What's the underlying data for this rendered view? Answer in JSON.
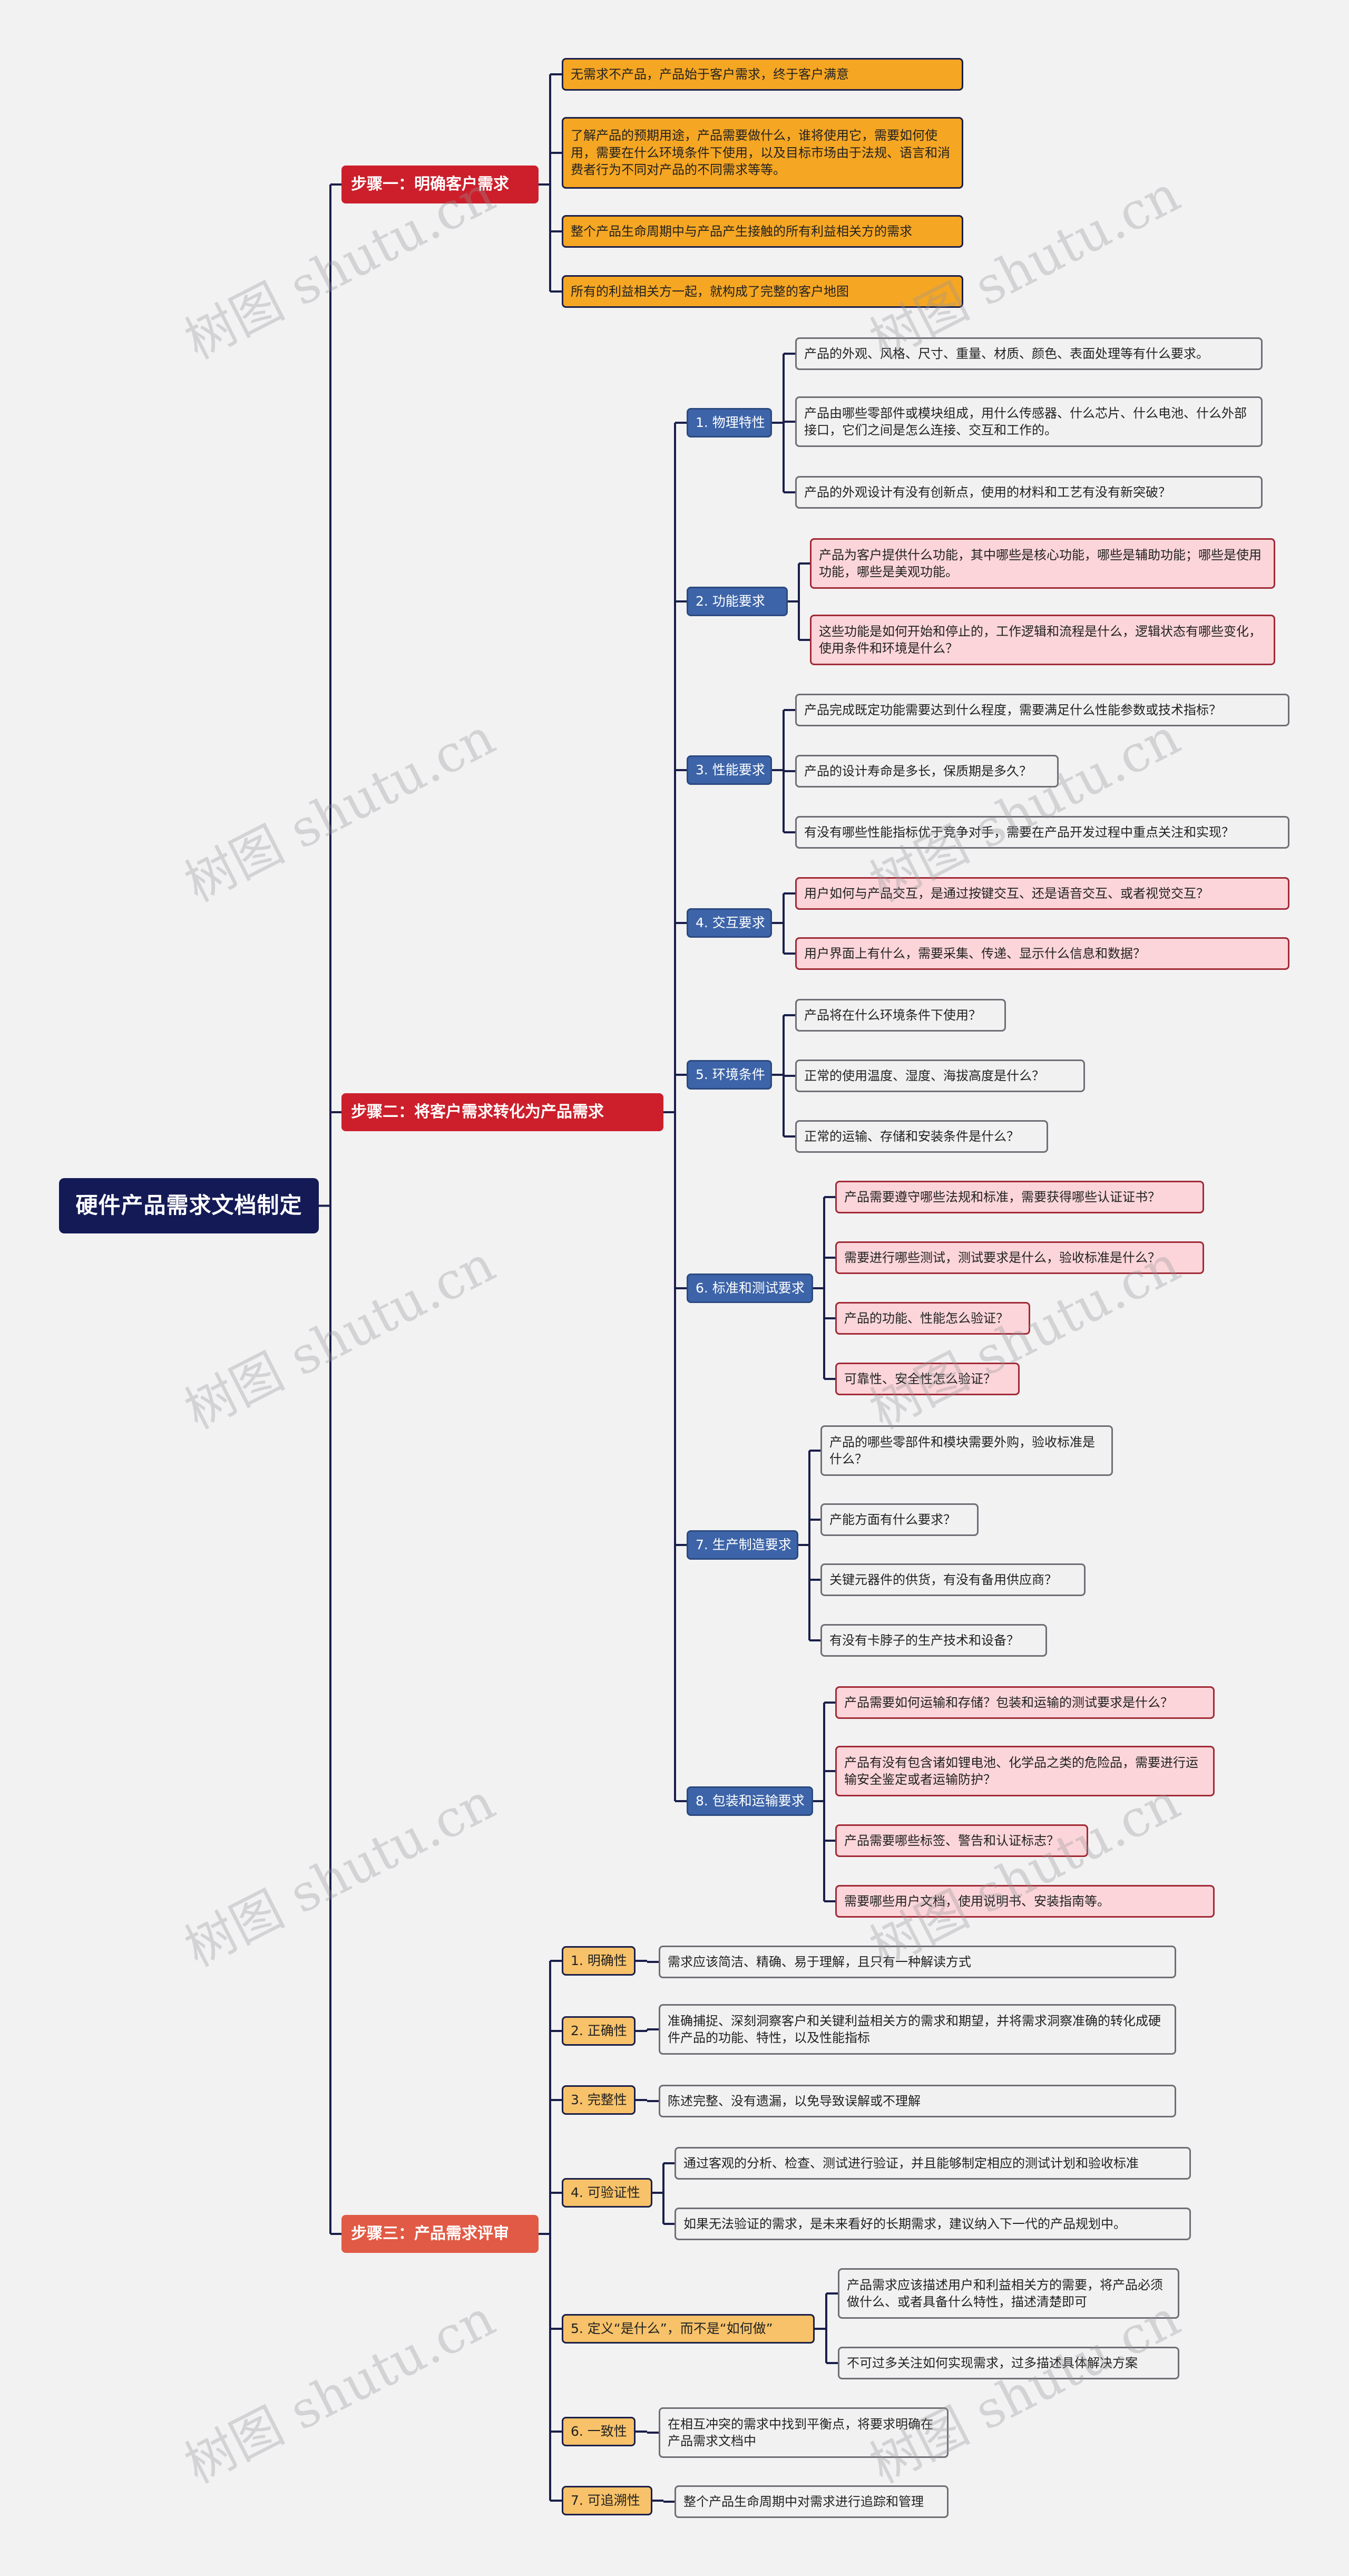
{
  "root": {
    "title": "硬件产品需求文档制定"
  },
  "step1": {
    "label": "步骤一：明确客户需求",
    "items": [
      "无需求不产品，产品始于客户需求，终于客户满意",
      "了解产品的预期用途，产品需要做什么，谁将使用它，需要如何使用，需要在什么环境条件下使用，以及目标市场由于法规、语言和消费者行为不同对产品的不同需求等等。",
      "整个产品生命周期中与产品产生接触的所有利益相关方的需求",
      "所有的利益相关方一起，就构成了完整的客户地图"
    ]
  },
  "step2": {
    "label": "步骤二：将客户需求转化为产品需求",
    "groups": [
      {
        "label": "1. 物理特性",
        "items": [
          "产品的外观、风格、尺寸、重量、材质、颜色、表面处理等有什么要求。",
          "产品由哪些零部件或模块组成，用什么传感器、什么芯片、什么电池、什么外部接口，它们之间是怎么连接、交互和工作的。",
          "产品的外观设计有没有创新点，使用的材料和工艺有没有新突破？"
        ]
      },
      {
        "label": "2. 功能要求",
        "items": [
          "产品为客户提供什么功能，其中哪些是核心功能，哪些是辅助功能；哪些是使用功能，哪些是美观功能。",
          "这些功能是如何开始和停止的，工作逻辑和流程是什么，逻辑状态有哪些变化，使用条件和环境是什么？"
        ]
      },
      {
        "label": "3. 性能要求",
        "items": [
          "产品完成既定功能需要达到什么程度，需要满足什么性能参数或技术指标？",
          "产品的设计寿命是多长，保质期是多久？",
          "有没有哪些性能指标优于竞争对手，需要在产品开发过程中重点关注和实现？"
        ]
      },
      {
        "label": "4. 交互要求",
        "items": [
          "用户如何与产品交互，是通过按键交互、还是语音交互、或者视觉交互？",
          "用户界面上有什么，需要采集、传递、显示什么信息和数据？"
        ]
      },
      {
        "label": "5. 环境条件",
        "items": [
          "产品将在什么环境条件下使用？",
          "正常的使用温度、湿度、海拔高度是什么？",
          "正常的运输、存储和安装条件是什么？"
        ]
      },
      {
        "label": "6. 标准和测试要求",
        "items": [
          "产品需要遵守哪些法规和标准，需要获得哪些认证证书？",
          "需要进行哪些测试，测试要求是什么，验收标准是什么？",
          "产品的功能、性能怎么验证？",
          "可靠性、安全性怎么验证？"
        ]
      },
      {
        "label": "7. 生产制造要求",
        "items": [
          "产品的哪些零部件和模块需要外购，验收标准是什么？",
          "产能方面有什么要求？",
          "关键元器件的供货，有没有备用供应商？",
          "有没有卡脖子的生产技术和设备？"
        ]
      },
      {
        "label": "8. 包装和运输要求",
        "items": [
          "产品需要如何运输和存储？包装和运输的测试要求是什么？",
          "产品有没有包含诸如锂电池、化学品之类的危险品，需要进行运输安全鉴定或者运输防护？",
          "产品需要哪些标签、警告和认证标志？",
          "需要哪些用户文档，使用说明书、安装指南等。"
        ]
      }
    ]
  },
  "step3": {
    "label": "步骤三：产品需求评审",
    "groups": [
      {
        "label": "1. 明确性",
        "items": [
          "需求应该简洁、精确、易于理解，且只有一种解读方式"
        ]
      },
      {
        "label": "2. 正确性",
        "items": [
          "准确捕捉、深刻洞察客户和关键利益相关方的需求和期望，并将需求洞察准确的转化成硬件产品的功能、特性，以及性能指标"
        ]
      },
      {
        "label": "3. 完整性",
        "items": [
          "陈述完整、没有遗漏，以免导致误解或不理解"
        ]
      },
      {
        "label": "4. 可验证性",
        "items": [
          "通过客观的分析、检查、测试进行验证，并且能够制定相应的测试计划和验收标准",
          "如果无法验证的需求，是未来看好的长期需求，建议纳入下一代的产品规划中。"
        ]
      },
      {
        "label": "5. 定义“是什么”，而不是“如何做”",
        "items": [
          "产品需求应该描述用户和利益相关方的需要，将产品必须做什么、或者具备什么特性，描述清楚即可",
          "不可过多关注如何实现需求，过多描述具体解决方案"
        ]
      },
      {
        "label": "6. 一致性",
        "items": [
          "在相互冲突的需求中找到平衡点，将要求明确在产品需求文档中"
        ]
      },
      {
        "label": "7. 可追溯性",
        "items": [
          "整个产品生命周期中对需求进行追踪和管理"
        ]
      }
    ]
  },
  "watermark": {
    "text": "树图 shutu.cn"
  },
  "colors": {
    "root": "#131a55",
    "step": "#cc1f2b",
    "step3": "#e15a45",
    "blue": "#3d64a8",
    "yellow": "#f7c26a",
    "orange": "#f5a623",
    "pink": "#fbd5d9",
    "line": "#1a1f4a"
  }
}
